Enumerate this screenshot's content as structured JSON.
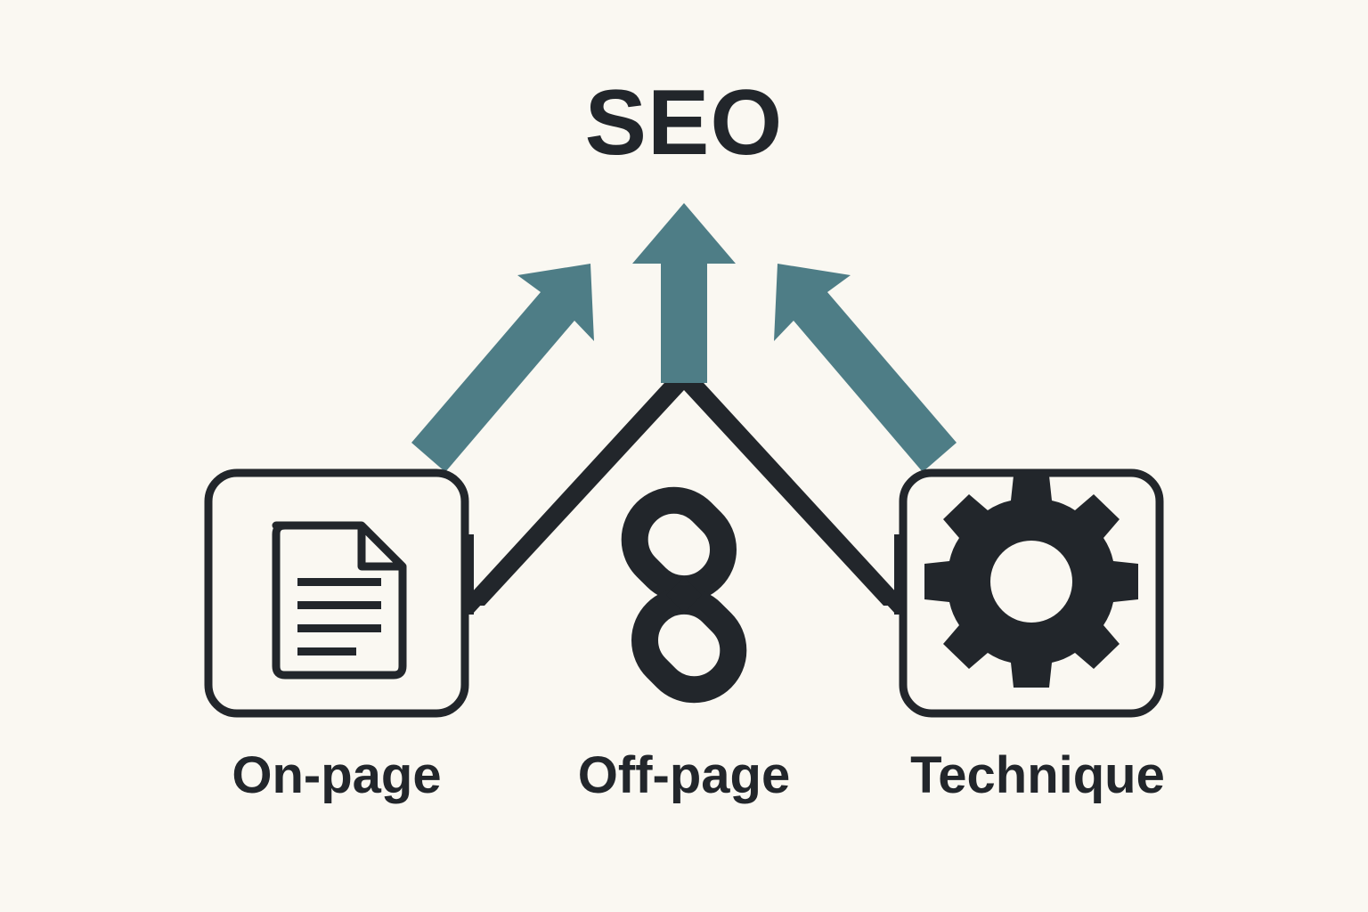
{
  "diagram": {
    "title": "SEO",
    "background_color": "#faf8f2",
    "ink_color": "#22262b",
    "accent_color": "#4e7d86",
    "pillars": [
      {
        "id": "on-page",
        "label": "On-page",
        "icon": "document-icon",
        "has_box": true,
        "arrow": "arrow-up-right"
      },
      {
        "id": "off-page",
        "label": "Off-page",
        "icon": "chain-link-icon",
        "has_box": false,
        "arrow": "arrow-up"
      },
      {
        "id": "technique",
        "label": "Technique",
        "icon": "gear-icon",
        "has_box": true,
        "arrow": "arrow-up-left"
      }
    ],
    "connector": {
      "name": "chevron-connector",
      "description": "peak"
    }
  }
}
